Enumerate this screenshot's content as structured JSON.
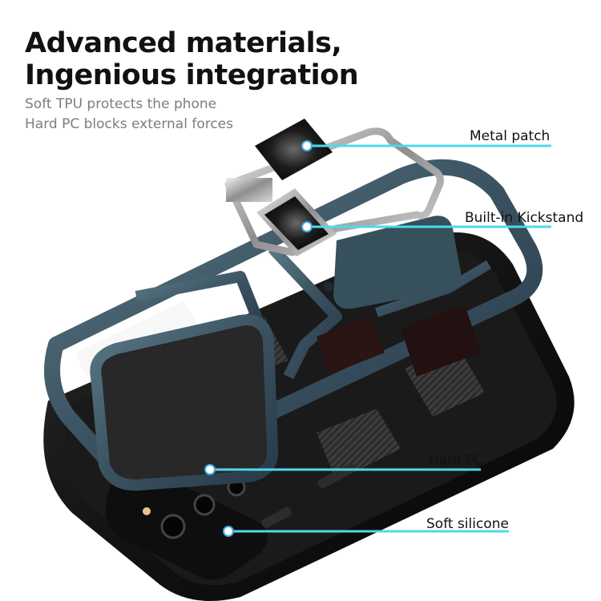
{
  "headline": {
    "line1": "Advanced materials,",
    "line2": "Ingenious integration"
  },
  "subcopy": {
    "line1": "Soft TPU protects the phone",
    "line2": "Hard PC blocks external forces"
  },
  "callouts": [
    {
      "label": "Metal patch"
    },
    {
      "label": "Built-in Kickstand"
    },
    {
      "label": "Hard PC"
    },
    {
      "label": "Soft silicone"
    }
  ],
  "colors": {
    "callout_line": "#4fd8ec",
    "callout_dot": "#3aa9e0",
    "frame": "#3d5663",
    "case_body": "#151515"
  }
}
